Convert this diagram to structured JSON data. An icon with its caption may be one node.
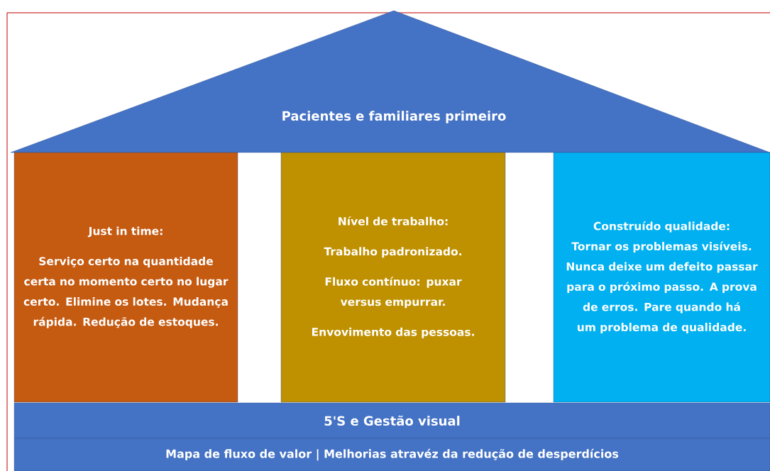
{
  "diagram": {
    "nodes": [
      {
        "text": [
          "Pacientes e familiares primeiro"
        ]
      },
      {
        "text": [
          "Just in time:",
          "Serviço certo na quantidade certa no momento certo no lugar certo. Elimine os lotes. Mudança rápida. Redução de estoques."
        ]
      },
      {
        "text": [
          "Nível de trabalho:",
          "Trabalho padronizado.",
          "Fluxo contínuo: puxar versus empurrar.",
          "Envovimento das pessoas."
        ]
      },
      {
        "text": [
          "Construído qualidade:",
          "Tornar os problemas visíveis. Nunca deixe um defeito passar para o próximo passo. A prova de erros. Pare quando há um problema de qualidade."
        ]
      },
      {
        "text": [
          "5'S e Gestão visual"
        ]
      },
      {
        "text": [
          "Mapa de fluxo de valor | Melhorias atravéz da redução de desperdícios"
        ]
      }
    ]
  }
}
